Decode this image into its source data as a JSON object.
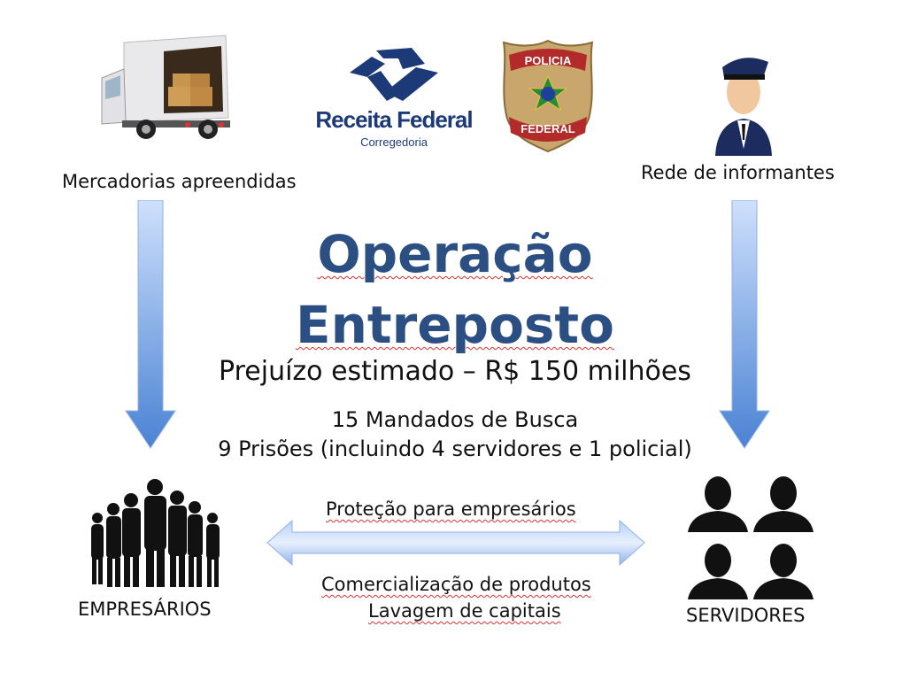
{
  "logos": {
    "receita": {
      "name": "Receita Federal",
      "sub": "Corregedoria"
    },
    "policia": {
      "top": "POLICIA",
      "bottom": "FEDERAL"
    }
  },
  "top_left_label": "Mercadorias apreendidas",
  "top_right_label": "Rede de informantes",
  "title_line1": "Operação",
  "title_line2": "Entreposto",
  "subtitle": "Prejuízo estimado – R$ 150 milhões",
  "facts": [
    "15 Mandados de Busca",
    "9 Prisões (incluindo 4 servidores e 1 policial)"
  ],
  "bottom_left_label": "EMPRESÁRIOS",
  "bottom_right_label": "SERVIDORES",
  "arrow_top_label": "Proteção para empresários",
  "arrow_bottom_labels": [
    "Comercialização de produtos",
    "Lavagem de capitais"
  ],
  "colors": {
    "title": "#2b4f82",
    "arrow_light": "#c9dcfb",
    "arrow_dark": "#4f86d6"
  }
}
